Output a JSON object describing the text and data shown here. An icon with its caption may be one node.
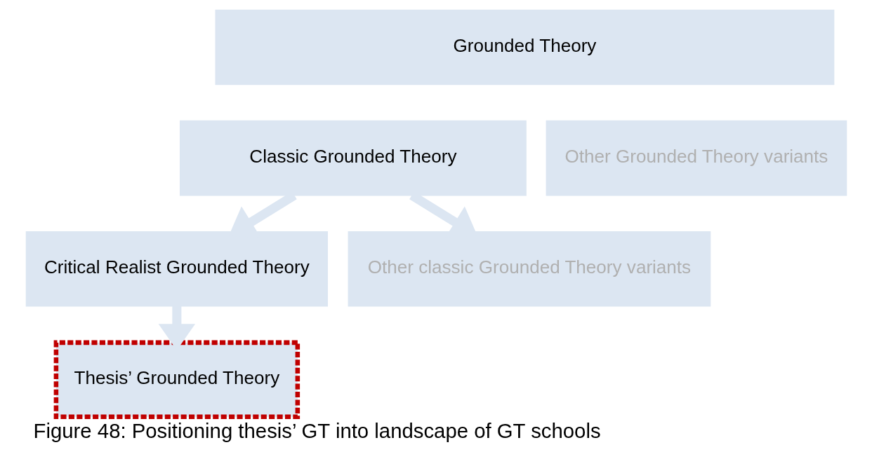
{
  "diagram": {
    "caption": "Figure 48: Positioning thesis’ GT into landscape of GT schools",
    "nodes": [
      {
        "text": [
          "Grounded Theory"
        ]
      },
      {
        "text": [
          "Classic Grounded Theory"
        ]
      },
      {
        "text": [
          "Other Grounded Theory variants"
        ]
      },
      {
        "text": [
          "Critical Realist Grounded Theory"
        ]
      },
      {
        "text": [
          "Other classic Grounded Theory variants"
        ]
      },
      {
        "text": [
          "Thesis’ Grounded Theory"
        ]
      }
    ],
    "edges": [
      {
        "from": 1,
        "to": 3,
        "arrow": "to"
      },
      {
        "from": 1,
        "to": 4,
        "arrow": "to"
      },
      {
        "from": 3,
        "to": 5,
        "arrow": "to"
      }
    ]
  }
}
